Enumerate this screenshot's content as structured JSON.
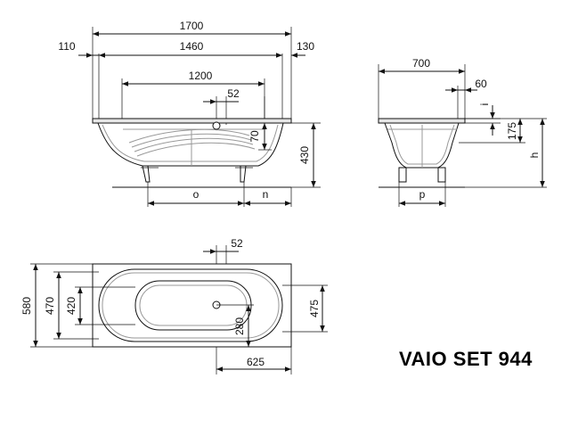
{
  "title": "VAIO SET 944",
  "side_view": {
    "total_length": "1700",
    "left_rim": "110",
    "inner_length": "1460",
    "right_rim": "130",
    "bottom_length": "1200",
    "overflow_offset": "52",
    "overflow_height": "70",
    "height": "430",
    "foot_distance": "o",
    "foot_offset": "n"
  },
  "end_view": {
    "width": "700",
    "rim": "60",
    "rim_dim": "i",
    "depth": "175",
    "height": "h",
    "foot_spacing": "p"
  },
  "top_view": {
    "overflow_offset": "52",
    "outer_width": "580",
    "inner_width": "470",
    "bottom_width": "420",
    "right_width": "475",
    "drain_offset": "280",
    "drain_length": "625"
  }
}
